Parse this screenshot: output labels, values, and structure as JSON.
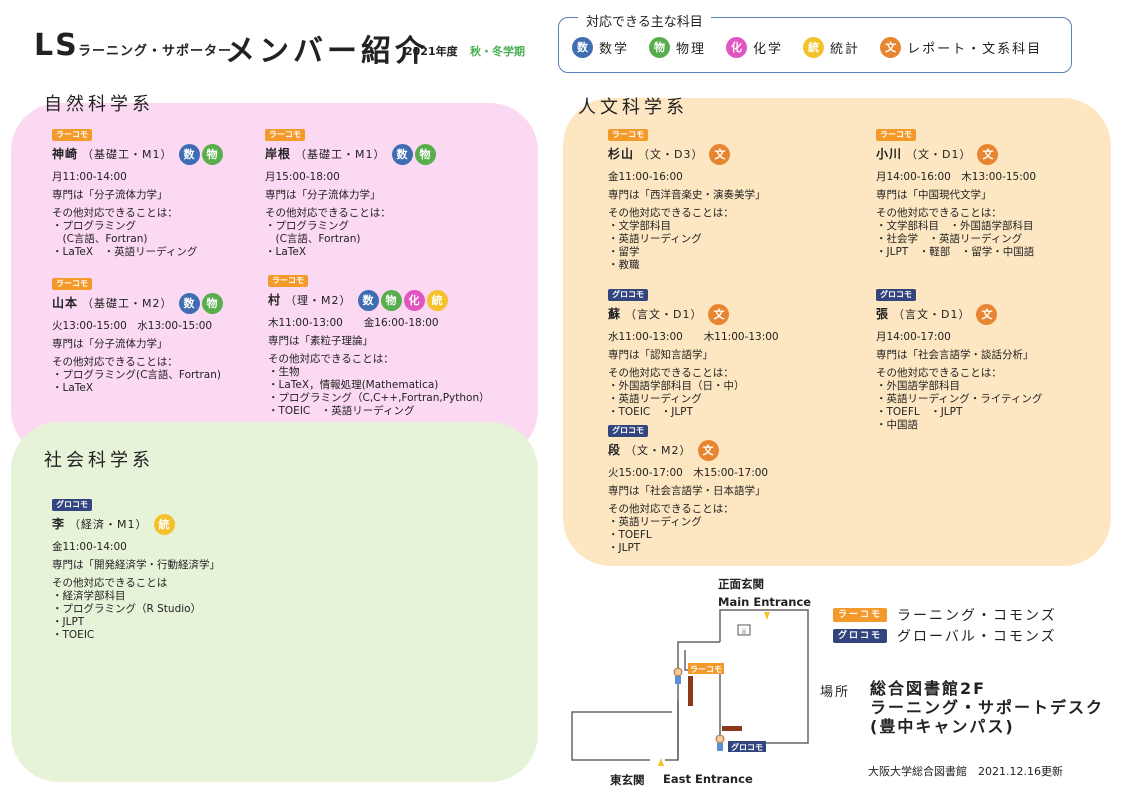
{
  "header": {
    "ls": "LS",
    "subtitle": "ラーニング・サポーター",
    "main": "メンバー紹介",
    "year": "2021年度",
    "season": "秋・冬学期"
  },
  "legend": {
    "title": "対応できる主な科目",
    "items": [
      {
        "badge": "数",
        "label": "数学",
        "color": "#3f6db3"
      },
      {
        "badge": "物",
        "label": "物理",
        "color": "#58ae4c"
      },
      {
        "badge": "化",
        "label": "化学",
        "color": "#e055bf"
      },
      {
        "badge": "統",
        "label": "統計",
        "color": "#f4c12b"
      },
      {
        "badge": "文",
        "label": "レポート・文系科目",
        "color": "#e88530"
      }
    ]
  },
  "regions": {
    "natural": "自然科学系",
    "social": "社会科学系",
    "humanities": "人文科学系"
  },
  "members": {
    "kanzaki": {
      "tag": "ラーコモ",
      "name": "神崎",
      "aff": "（基礎工・M1）",
      "badges": [
        "数",
        "物"
      ],
      "lines": [
        "月11:00-14:00",
        "",
        "専門は「分子流体力学」",
        "",
        "その他対応できることは：",
        "・プログラミング",
        "　(C言語、Fortran)",
        "・LaTeX　・英語リーディング"
      ]
    },
    "kishine": {
      "tag": "ラーコモ",
      "name": "岸根",
      "aff": "（基礎工・M1）",
      "badges": [
        "数",
        "物"
      ],
      "lines": [
        "月15:00-18:00",
        "",
        "専門は「分子流体力学」",
        "",
        "その他対応できることは：",
        "・プログラミング",
        "　(C言語、Fortran)",
        "・LaTeX"
      ]
    },
    "yamamoto": {
      "tag": "ラーコモ",
      "name": "山本",
      "aff": "（基礎工・M2）",
      "badges": [
        "数",
        "物"
      ],
      "lines": [
        "火13:00-15:00　水13:00-15:00",
        "",
        "専門は「分子流体力学」",
        "",
        "その他対応できることは：",
        "・プログラミング(C言語、Fortran)",
        "・LaTeX"
      ]
    },
    "mura": {
      "tag": "ラーコモ",
      "name": "村",
      "aff": "（理・M2）",
      "badges": [
        "数",
        "物",
        "化",
        "統"
      ],
      "lines": [
        "木11:00-13:00　　金16:00-18:00",
        "",
        "専門は「素粒子理論」",
        "",
        "その他対応できることは：",
        "・生物",
        "・LaTeX，情報処理(Mathematica)",
        "・プログラミング（C,C++,Fortran,Python）",
        "・TOEIC　・英語リーディング"
      ]
    },
    "li": {
      "tag": "グロコモ",
      "name": "李",
      "aff": "（経済・M1）",
      "badges": [
        "統"
      ],
      "lines": [
        "金11:00-14:00",
        "",
        "専門は「開発経済学・行動経済学」",
        "",
        "その他対応できることは",
        "・経済学部科目",
        "・プログラミング（R Studio）",
        "・JLPT",
        "・TOEIC"
      ]
    },
    "sugiyama": {
      "tag": "ラーコモ",
      "name": "杉山",
      "aff": "（文・D3）",
      "badges": [
        "文"
      ],
      "lines": [
        "金11:00-16:00",
        "",
        "専門は「西洋音楽史・演奏美学」",
        "",
        "その他対応できることは：",
        "・文学部科目",
        "・英語リーディング",
        "・留学",
        "・教職"
      ]
    },
    "ogawa": {
      "tag": "ラーコモ",
      "name": "小川",
      "aff": "（文・D1）",
      "badges": [
        "文"
      ],
      "lines": [
        "月14:00-16:00　木13:00-15:00",
        "",
        "専門は「中国現代文学」",
        "",
        "その他対応できることは：",
        "・文学部科目　・外国語学部科目",
        "・社会学　・英語リーディング",
        "・JLPT　・軽部　・留学・中国語"
      ]
    },
    "su": {
      "tag": "グロコモ",
      "name": "蘇",
      "aff": "（言文・D1）",
      "badges": [
        "文"
      ],
      "lines": [
        "水11:00-13:00　　木11:00-13:00",
        "",
        "専門は「認知言語学」",
        "",
        "その他対応できることは：",
        "・外国語学部科目（日・中）",
        "・英語リーディング",
        "・TOEIC　・JLPT"
      ]
    },
    "zhang": {
      "tag": "グロコモ",
      "name": "張",
      "aff": "（言文・D1）",
      "badges": [
        "文"
      ],
      "lines": [
        "月14:00-17:00",
        "",
        "専門は「社会言語学・談話分析」",
        "",
        "その他対応できることは：",
        "・外国語学部科目",
        "・英語リーディング・ライティング",
        "・TOEFL　・JLPT",
        "・中国語"
      ]
    },
    "duan": {
      "tag": "グロコモ",
      "name": "段",
      "aff": "（文・M2）",
      "badges": [
        "文"
      ],
      "lines": [
        "火15:00-17:00　木15:00-17:00",
        "",
        "専門は「社会言語学・日本語学」",
        "",
        "その他対応できることは：",
        "・英語リーディング",
        "・TOEFL",
        "・JLPT"
      ]
    }
  },
  "map": {
    "main_entrance_jp": "正面玄関",
    "main_entrance_en": "Main Entrance",
    "east_entrance_jp": "東玄関",
    "east_entrance_en": "East Entrance",
    "lc_tag": "ラーコモ",
    "gc_tag": "グロコモ",
    "lc_full": "ラーニング・コモンズ",
    "gc_full": "グローバル・コモンズ"
  },
  "place": {
    "label": "場所",
    "line1": "総合図書館2F",
    "line2": "ラーニング・サポートデスク",
    "line3": "(豊中キャンパス)"
  },
  "footer": "大阪大学総合図書館　2021.12.16更新"
}
